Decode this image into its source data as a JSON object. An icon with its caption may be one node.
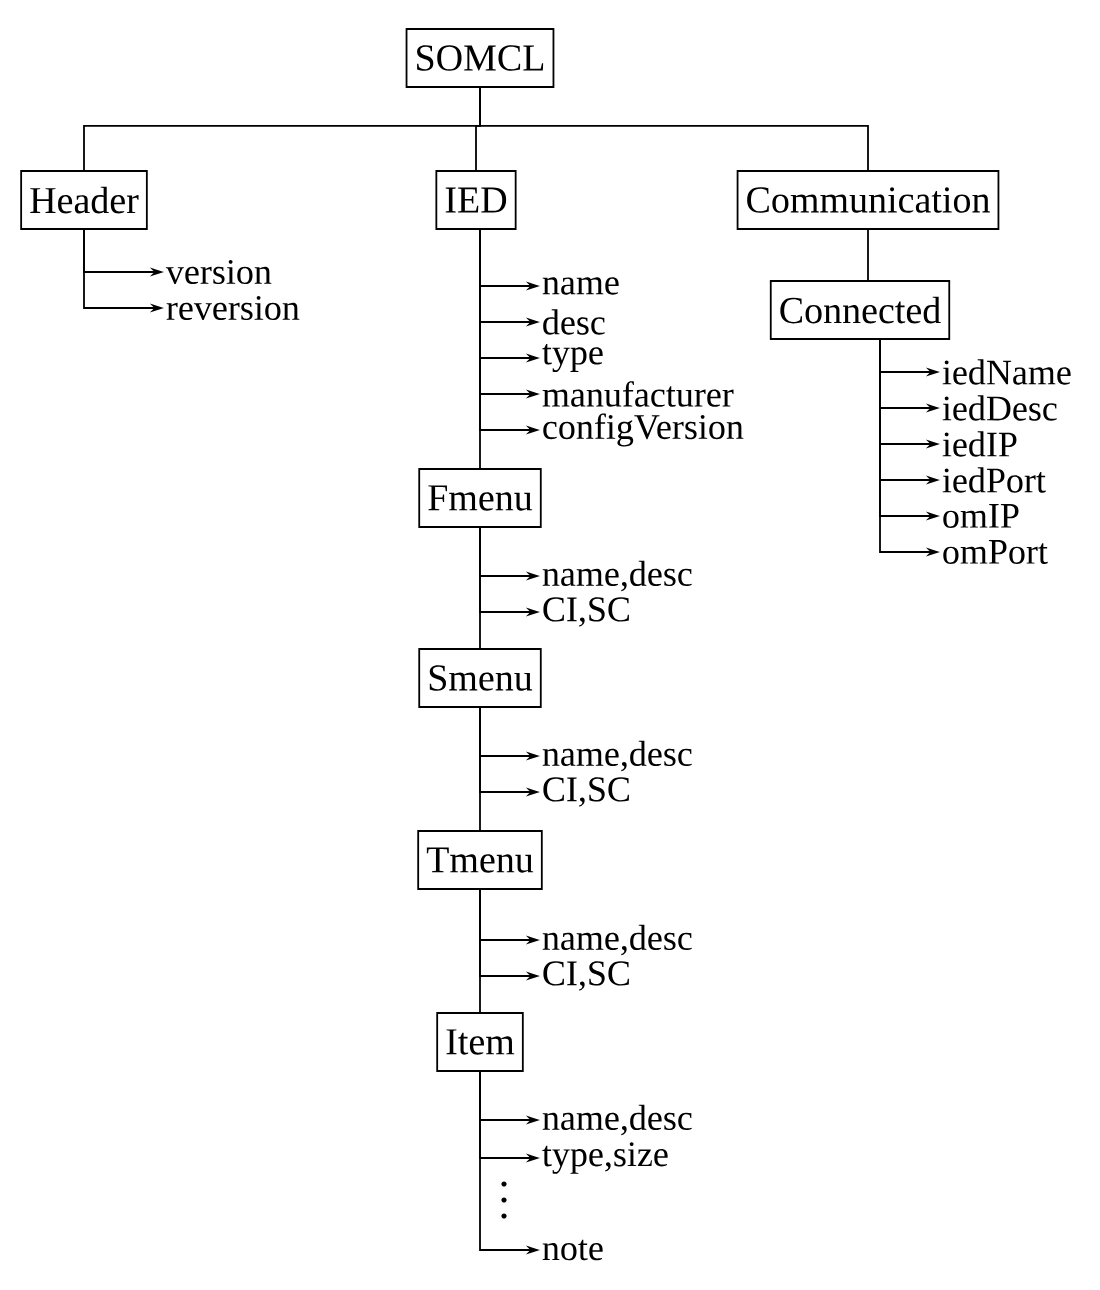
{
  "diagram": {
    "nodes": [
      {
        "text": [
          "SOMCL"
        ]
      },
      {
        "text": [
          "Header"
        ]
      },
      {
        "text": [
          "IED"
        ]
      },
      {
        "text": [
          "Communication"
        ]
      },
      {
        "text": [
          "version"
        ]
      },
      {
        "text": [
          "reversion"
        ]
      },
      {
        "text": [
          "name"
        ]
      },
      {
        "text": [
          "desc"
        ]
      },
      {
        "text": [
          "type"
        ]
      },
      {
        "text": [
          "manufacturer"
        ]
      },
      {
        "text": [
          "configVersion"
        ]
      },
      {
        "text": [
          "Fmenu"
        ]
      },
      {
        "text": [
          "name,desc"
        ]
      },
      {
        "text": [
          "CI,SC"
        ]
      },
      {
        "text": [
          "Smenu"
        ]
      },
      {
        "text": [
          "name,desc"
        ]
      },
      {
        "text": [
          "CI,SC"
        ]
      },
      {
        "text": [
          "Tmenu"
        ]
      },
      {
        "text": [
          "name,desc"
        ]
      },
      {
        "text": [
          "CI,SC"
        ]
      },
      {
        "text": [
          "Item"
        ]
      },
      {
        "text": [
          "name,desc"
        ]
      },
      {
        "text": [
          "type,size"
        ]
      },
      {
        "text": [
          "note"
        ]
      },
      {
        "text": [
          "Connected"
        ]
      },
      {
        "text": [
          "iedName"
        ]
      },
      {
        "text": [
          "iedDesc"
        ]
      },
      {
        "text": [
          "iedIP"
        ]
      },
      {
        "text": [
          "iedPort"
        ]
      },
      {
        "text": [
          "omIP"
        ]
      },
      {
        "text": [
          "omPort"
        ]
      }
    ],
    "edges": [
      {
        "from": 0,
        "to": 1,
        "arrow": "none"
      },
      {
        "from": 0,
        "to": 2,
        "arrow": "none"
      },
      {
        "from": 0,
        "to": 3,
        "arrow": "none"
      },
      {
        "from": 1,
        "to": 4,
        "arrow": "to"
      },
      {
        "from": 1,
        "to": 5,
        "arrow": "to"
      },
      {
        "from": 2,
        "to": 6,
        "arrow": "to"
      },
      {
        "from": 2,
        "to": 7,
        "arrow": "to"
      },
      {
        "from": 2,
        "to": 8,
        "arrow": "to"
      },
      {
        "from": 2,
        "to": 9,
        "arrow": "to"
      },
      {
        "from": 2,
        "to": 10,
        "arrow": "to"
      },
      {
        "from": 2,
        "to": 11,
        "arrow": "none"
      },
      {
        "from": 11,
        "to": 12,
        "arrow": "to"
      },
      {
        "from": 11,
        "to": 13,
        "arrow": "to"
      },
      {
        "from": 11,
        "to": 14,
        "arrow": "none"
      },
      {
        "from": 14,
        "to": 15,
        "arrow": "to"
      },
      {
        "from": 14,
        "to": 16,
        "arrow": "to"
      },
      {
        "from": 14,
        "to": 17,
        "arrow": "none"
      },
      {
        "from": 17,
        "to": 18,
        "arrow": "to"
      },
      {
        "from": 17,
        "to": 19,
        "arrow": "to"
      },
      {
        "from": 17,
        "to": 20,
        "arrow": "none"
      },
      {
        "from": 20,
        "to": 21,
        "arrow": "to"
      },
      {
        "from": 20,
        "to": 22,
        "arrow": "to"
      },
      {
        "from": 20,
        "to": 23,
        "arrow": "to"
      },
      {
        "from": 3,
        "to": 24,
        "arrow": "none"
      },
      {
        "from": 24,
        "to": 25,
        "arrow": "to"
      },
      {
        "from": 24,
        "to": 26,
        "arrow": "to"
      },
      {
        "from": 24,
        "to": 27,
        "arrow": "to"
      },
      {
        "from": 24,
        "to": 28,
        "arrow": "to"
      },
      {
        "from": 24,
        "to": 29,
        "arrow": "to"
      },
      {
        "from": 24,
        "to": 30,
        "arrow": "to"
      }
    ]
  }
}
